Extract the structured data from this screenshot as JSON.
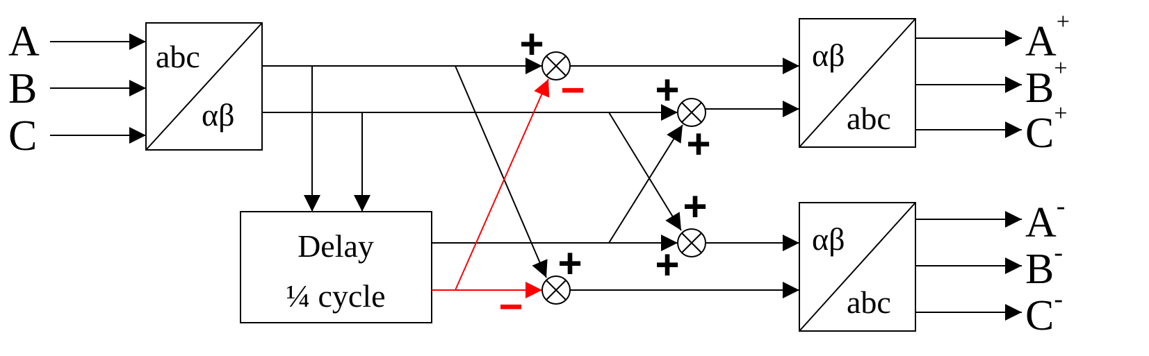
{
  "inputs": [
    "A",
    "B",
    "C"
  ],
  "transform_in": {
    "top": "abc",
    "bottom": "αβ"
  },
  "delay_block": {
    "line1": "Delay",
    "line2": "¼ cycle"
  },
  "transform_out_pos": {
    "top": "αβ",
    "bottom": "abc"
  },
  "transform_out_neg": {
    "top": "αβ",
    "bottom": "abc"
  },
  "outputs_pos": [
    {
      "base": "A",
      "sup": "+"
    },
    {
      "base": "B",
      "sup": "+"
    },
    {
      "base": "C",
      "sup": "+"
    }
  ],
  "outputs_neg": [
    {
      "base": "A",
      "sup": "-"
    },
    {
      "base": "B",
      "sup": "-"
    },
    {
      "base": "C",
      "sup": "-"
    }
  ],
  "signs": {
    "sum1_plus": "+",
    "sum1_minus": "−",
    "sum2_plus_top": "+",
    "sum2_plus_bottom": "+",
    "sum3_plus_top": "+",
    "sum3_plus_bottom": "+",
    "sum4_plus": "+",
    "sum4_minus": "−"
  },
  "colors": {
    "line": "#000000",
    "highlight": "#ff0000"
  }
}
